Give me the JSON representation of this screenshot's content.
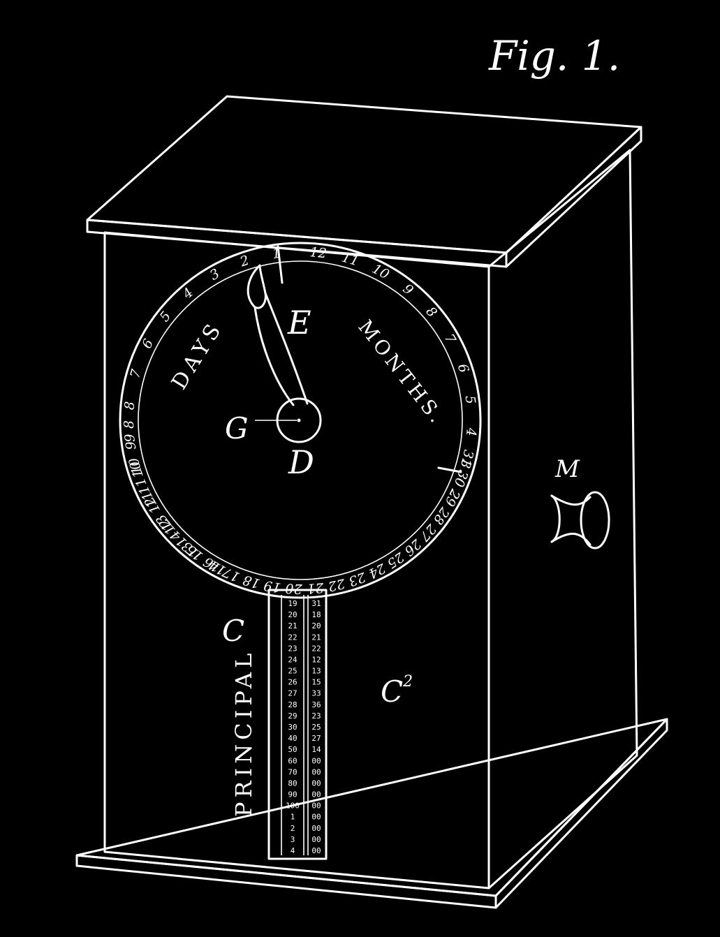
{
  "figure_label": "Fig. 1.",
  "dial": {
    "days_label": "DAYS",
    "months_label": "MONTHS.",
    "days_ticks": [
      "1",
      "2",
      "3",
      "4",
      "5",
      "6",
      "7",
      "8",
      "9",
      "10",
      "11",
      "12",
      "13",
      "14",
      "15",
      "16",
      "17",
      "18",
      "19",
      "20",
      "21",
      "22",
      "23",
      "24",
      "25",
      "26",
      "27",
      "28",
      "29",
      "30",
      "31"
    ],
    "month_ticks": [
      "12",
      "11",
      "10",
      "9",
      "8",
      "7",
      "6",
      "5",
      "4",
      "3",
      "2"
    ],
    "lower_ticks": [
      "31",
      "30",
      "29",
      "28",
      "27",
      "26",
      "25",
      "24",
      "23",
      "22",
      "21",
      "20",
      "19",
      "18",
      "17",
      "16",
      "15",
      "14",
      "13",
      "12",
      "11",
      "10",
      "9",
      "8"
    ]
  },
  "strip": {
    "label": "PRINCIPAL",
    "col1": [
      "19",
      "20",
      "21",
      "22",
      "23",
      "24",
      "25",
      "26",
      "27",
      "28",
      "29",
      "30",
      "40",
      "50",
      "60",
      "70",
      "80",
      "90",
      "100",
      "1",
      "2",
      "3",
      "4"
    ],
    "col2": [
      "31",
      "18",
      "20",
      "21",
      "22",
      "12",
      "13",
      "15",
      "33",
      "36",
      "23",
      "25",
      "27",
      "14",
      "00",
      "00",
      "00",
      "00",
      "00",
      "00",
      "00",
      "00",
      "00"
    ]
  },
  "refs": {
    "E": "E",
    "G": "G",
    "D": "D",
    "C": "C",
    "C2": "C",
    "C2_sup": "2",
    "M": "M"
  }
}
